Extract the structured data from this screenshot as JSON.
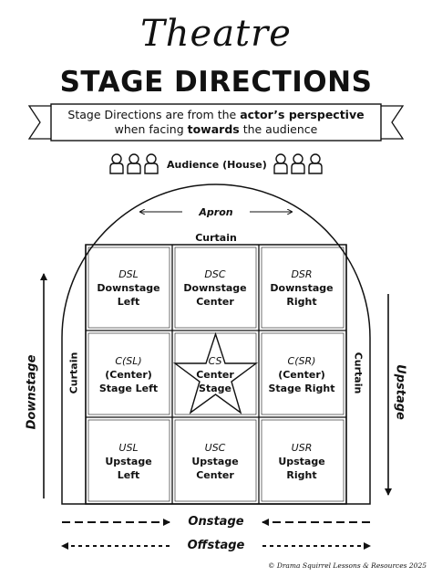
{
  "title": {
    "script": "Theatre",
    "main": "STAGE DIRECTIONS"
  },
  "banner": {
    "line1_before": "Stage Directions are from the ",
    "line1_bold": "actor’s perspective",
    "line2_before": "when facing ",
    "line2_bold": "towards",
    "line2_after": " the audience"
  },
  "audience_label": "Audience (House)",
  "apron_label": "Apron",
  "curtain_label": "Curtain",
  "left_arrow_label": "Downstage",
  "right_arrow_label": "Upstage",
  "grid": [
    {
      "abbr": "DSL",
      "label": "Downstage\nLeft"
    },
    {
      "abbr": "DSC",
      "label": "Downstage\nCenter"
    },
    {
      "abbr": "DSR",
      "label": "Downstage\nRight"
    },
    {
      "abbr": "C(SL)",
      "label": "(Center)\nStage Left"
    },
    {
      "abbr": "CS",
      "label": "Center\nStage"
    },
    {
      "abbr": "C(SR)",
      "label": "(Center)\nStage Right"
    },
    {
      "abbr": "USL",
      "label": "Upstage\nLeft"
    },
    {
      "abbr": "USC",
      "label": "Upstage\nCenter"
    },
    {
      "abbr": "USR",
      "label": "Upstage\nRight"
    }
  ],
  "onstage_label": "Onstage",
  "offstage_label": "Offstage",
  "credit": "© Drama Squirrel Lessons & Resources 2025",
  "colors": {
    "ink": "#111111",
    "background": "#ffffff"
  },
  "icons": [
    "audience-person-icon",
    "center-star-icon"
  ]
}
